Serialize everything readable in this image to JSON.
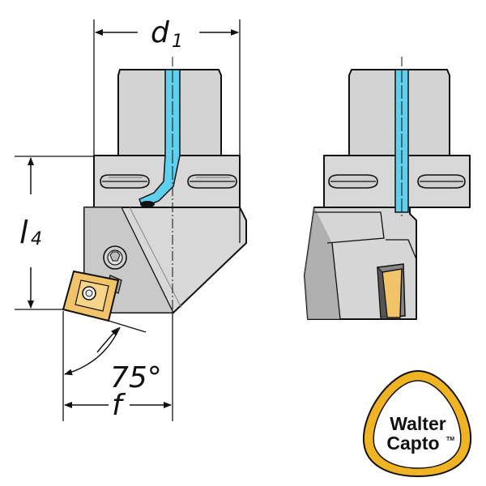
{
  "dimensions": {
    "d1": "d",
    "d1_sub": "1",
    "l4": "l",
    "l4_sub": "4",
    "angle": "75°",
    "f": "f"
  },
  "logo": {
    "line1": "Walter",
    "line2": "Capto",
    "mark": "TM"
  },
  "colors": {
    "body_gray": "#d6d6d6",
    "shade_gray": "#9a9a9a",
    "coolant": "#5fd0ee",
    "insert": "#f2c46a",
    "logo_ring": "#f0b323"
  }
}
